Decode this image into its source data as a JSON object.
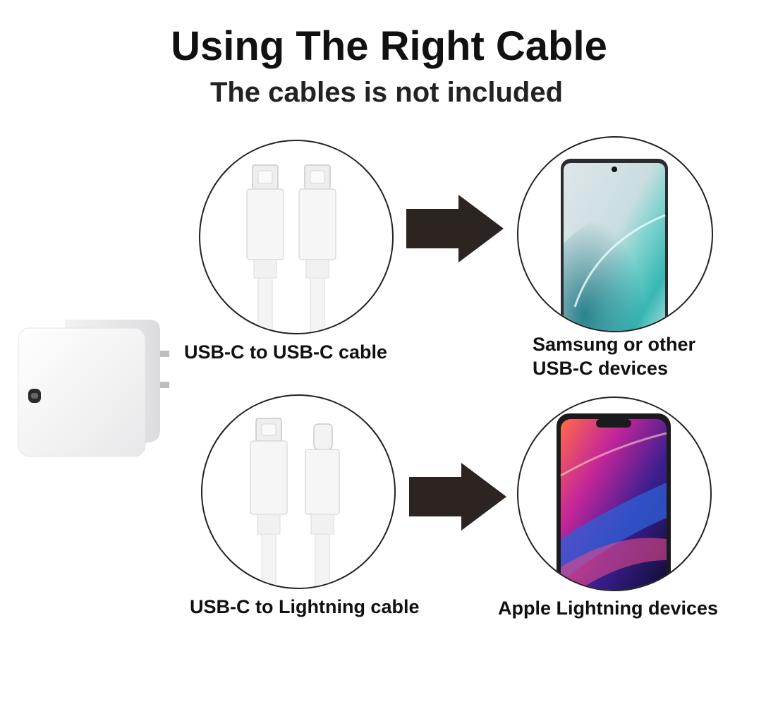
{
  "heading": {
    "title": "Using The Right Cable",
    "subtitle": "The cables is not included"
  },
  "rows": [
    {
      "cable_label": "USB-C to USB-C cable",
      "device_label_line1": "Samsung or other",
      "device_label_line2": "USB-C devices",
      "cable_connectors": [
        "usb-c",
        "usb-c"
      ],
      "device": "android-phone"
    },
    {
      "cable_label": "USB-C to Lightning cable",
      "device_label": "Apple Lightning devices",
      "cable_connectors": [
        "usb-c",
        "lightning"
      ],
      "device": "iphone"
    }
  ],
  "colors": {
    "arrow": "#2b2420",
    "circle_border": "#222222",
    "text": "#111111"
  }
}
